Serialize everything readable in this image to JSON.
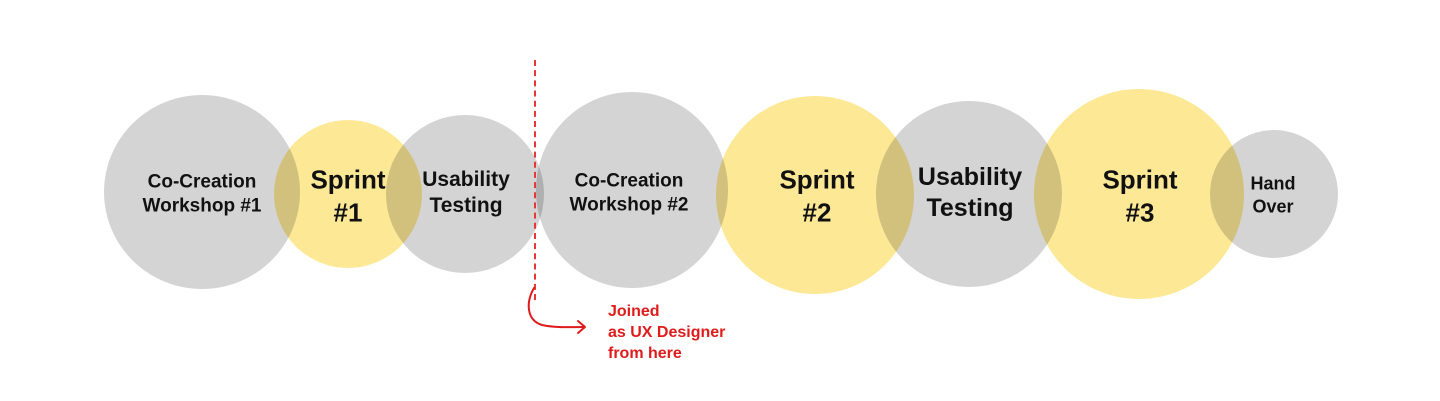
{
  "colors": {
    "phase_gray": "#d4d4d4",
    "phase_yellow": "#fde896",
    "annotation_red": "#e01b1b"
  },
  "phases": [
    {
      "id": "co-creation-workshop-1",
      "line1": "Co-Creation",
      "line2": "Workshop #1",
      "kind": "gray"
    },
    {
      "id": "sprint-1",
      "line1": "Sprint",
      "line2": "#1",
      "kind": "yellow"
    },
    {
      "id": "usability-testing-1",
      "line1": "Usability",
      "line2": "Testing",
      "kind": "gray"
    },
    {
      "id": "co-creation-workshop-2",
      "line1": "Co-Creation",
      "line2": "Workshop #2",
      "kind": "gray"
    },
    {
      "id": "sprint-2",
      "line1": "Sprint",
      "line2": "#2",
      "kind": "yellow"
    },
    {
      "id": "usability-testing-2",
      "line1": "Usability",
      "line2": "Testing",
      "kind": "gray"
    },
    {
      "id": "sprint-3",
      "line1": "Sprint",
      "line2": "#3",
      "kind": "yellow"
    },
    {
      "id": "hand-over",
      "line1": "Hand",
      "line2": "Over",
      "kind": "gray"
    }
  ],
  "annotation": {
    "line1": "Joined",
    "line2": "as UX Designer",
    "line3": "from here"
  }
}
